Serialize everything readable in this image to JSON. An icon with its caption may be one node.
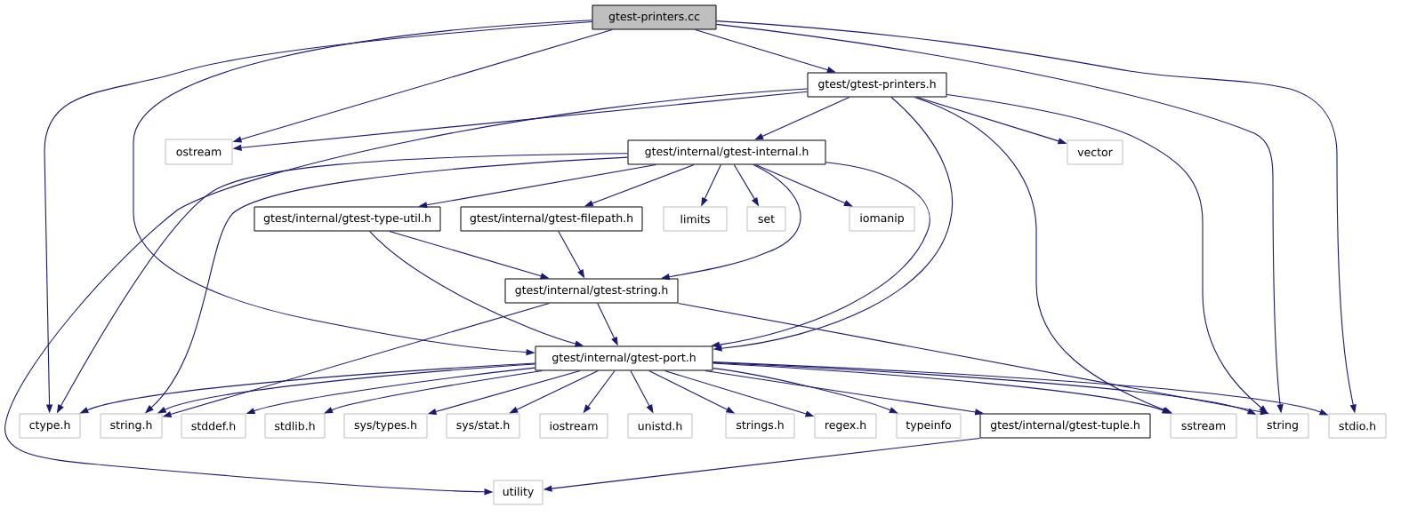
{
  "diagram": {
    "nodes": [
      {
        "text": [
          "gtest-printers.cc"
        ]
      },
      {
        "text": [
          "gtest/gtest-printers.h"
        ]
      },
      {
        "text": [
          "ostream"
        ]
      },
      {
        "text": [
          "gtest/internal/gtest-internal.h"
        ]
      },
      {
        "text": [
          "vector"
        ]
      },
      {
        "text": [
          "gtest/internal/gtest-type-util.h"
        ]
      },
      {
        "text": [
          "gtest/internal/gtest-filepath.h"
        ]
      },
      {
        "text": [
          "limits"
        ]
      },
      {
        "text": [
          "set"
        ]
      },
      {
        "text": [
          "iomanip"
        ]
      },
      {
        "text": [
          "gtest/internal/gtest-string.h"
        ]
      },
      {
        "text": [
          "gtest/internal/gtest-port.h"
        ]
      },
      {
        "text": [
          "ctype.h"
        ]
      },
      {
        "text": [
          "string.h"
        ]
      },
      {
        "text": [
          "stddef.h"
        ]
      },
      {
        "text": [
          "stdlib.h"
        ]
      },
      {
        "text": [
          "sys/types.h"
        ]
      },
      {
        "text": [
          "sys/stat.h"
        ]
      },
      {
        "text": [
          "iostream"
        ]
      },
      {
        "text": [
          "unistd.h"
        ]
      },
      {
        "text": [
          "strings.h"
        ]
      },
      {
        "text": [
          "regex.h"
        ]
      },
      {
        "text": [
          "typeinfo"
        ]
      },
      {
        "text": [
          "gtest/internal/gtest-tuple.h"
        ]
      },
      {
        "text": [
          "sstream"
        ]
      },
      {
        "text": [
          "string"
        ]
      },
      {
        "text": [
          "stdio.h"
        ]
      },
      {
        "text": [
          "utility"
        ]
      }
    ],
    "edges": [
      {
        "from": 0,
        "to": 12,
        "arrow": "to"
      },
      {
        "from": 0,
        "to": 11,
        "arrow": "to"
      },
      {
        "from": 0,
        "to": 2,
        "arrow": "to"
      },
      {
        "from": 0,
        "to": 1,
        "arrow": "to"
      },
      {
        "from": 0,
        "to": 25,
        "arrow": "to"
      },
      {
        "from": 0,
        "to": 26,
        "arrow": "to"
      },
      {
        "from": 1,
        "to": 2,
        "arrow": "to"
      },
      {
        "from": 1,
        "to": 27,
        "arrow": "to"
      },
      {
        "from": 1,
        "to": 3,
        "arrow": "to"
      },
      {
        "from": 1,
        "to": 11,
        "arrow": "to"
      },
      {
        "from": 1,
        "to": 24,
        "arrow": "to"
      },
      {
        "from": 1,
        "to": 4,
        "arrow": "to"
      },
      {
        "from": 1,
        "to": 25,
        "arrow": "to"
      },
      {
        "from": 3,
        "to": 12,
        "arrow": "to"
      },
      {
        "from": 3,
        "to": 13,
        "arrow": "to"
      },
      {
        "from": 3,
        "to": 5,
        "arrow": "to"
      },
      {
        "from": 3,
        "to": 6,
        "arrow": "to"
      },
      {
        "from": 3,
        "to": 7,
        "arrow": "to"
      },
      {
        "from": 3,
        "to": 8,
        "arrow": "to"
      },
      {
        "from": 3,
        "to": 9,
        "arrow": "to"
      },
      {
        "from": 3,
        "to": 10,
        "arrow": "to"
      },
      {
        "from": 3,
        "to": 11,
        "arrow": "to"
      },
      {
        "from": 5,
        "to": 10,
        "arrow": "to"
      },
      {
        "from": 5,
        "to": 11,
        "arrow": "to"
      },
      {
        "from": 6,
        "to": 10,
        "arrow": "to"
      },
      {
        "from": 10,
        "to": 11,
        "arrow": "to"
      },
      {
        "from": 10,
        "to": 13,
        "arrow": "to"
      },
      {
        "from": 10,
        "to": 25,
        "arrow": "to"
      },
      {
        "from": 11,
        "to": 12,
        "arrow": "to"
      },
      {
        "from": 11,
        "to": 13,
        "arrow": "to"
      },
      {
        "from": 11,
        "to": 14,
        "arrow": "to"
      },
      {
        "from": 11,
        "to": 15,
        "arrow": "to"
      },
      {
        "from": 11,
        "to": 16,
        "arrow": "to"
      },
      {
        "from": 11,
        "to": 17,
        "arrow": "to"
      },
      {
        "from": 11,
        "to": 18,
        "arrow": "to"
      },
      {
        "from": 11,
        "to": 19,
        "arrow": "to"
      },
      {
        "from": 11,
        "to": 20,
        "arrow": "to"
      },
      {
        "from": 11,
        "to": 21,
        "arrow": "to"
      },
      {
        "from": 11,
        "to": 22,
        "arrow": "to"
      },
      {
        "from": 11,
        "to": 23,
        "arrow": "to"
      },
      {
        "from": 11,
        "to": 24,
        "arrow": "to"
      },
      {
        "from": 11,
        "to": 25,
        "arrow": "to"
      },
      {
        "from": 11,
        "to": 26,
        "arrow": "to"
      },
      {
        "from": 23,
        "to": 27,
        "arrow": "to"
      }
    ]
  }
}
